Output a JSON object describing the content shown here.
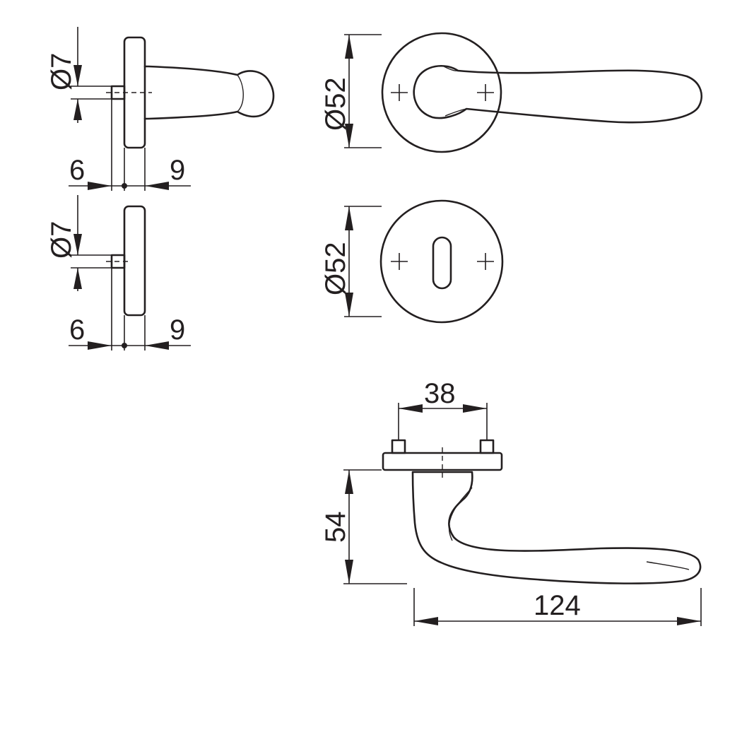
{
  "colors": {
    "line": "#231f20",
    "background": "#ffffff"
  },
  "dimensions": {
    "handle_side_spindle_dia": "Ø7",
    "handle_side_left": "6",
    "handle_side_right": "9",
    "handle_front_rose_dia": "Ø52",
    "keyhole_side_spindle_dia": "Ø7",
    "keyhole_side_left": "6",
    "keyhole_side_right": "9",
    "keyhole_front_rose_dia": "Ø52",
    "top_view_screw_spacing": "38",
    "top_view_projection": "54",
    "top_view_length": "124"
  }
}
